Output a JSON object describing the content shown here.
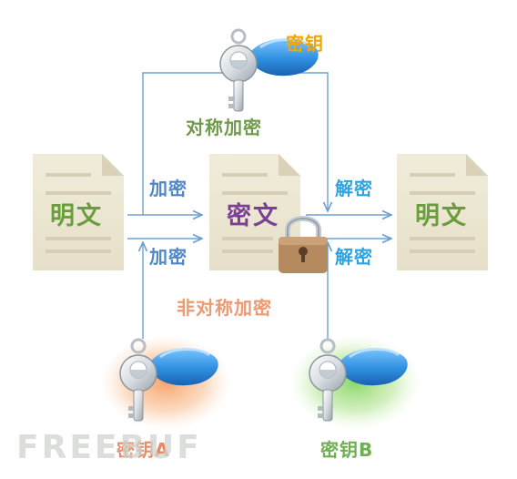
{
  "docs": {
    "plaintext_left": "明文",
    "ciphertext": "密文",
    "plaintext_right": "明文"
  },
  "labels": {
    "key_top": "密钥",
    "symmetric": "对称加密",
    "encrypt_upper": "加密",
    "encrypt_lower": "加密",
    "decrypt_upper": "解密",
    "decrypt_lower": "解密",
    "asymmetric": "非对称加密",
    "key_a": "密钥A",
    "key_b": "密钥B"
  },
  "watermark": "FREEBUF",
  "colors": {
    "plaintext": "#6a9e3a",
    "ciphertext": "#7a3f96",
    "key_label": "#f0a800",
    "symmetric": "#6e9a4a",
    "arrow_label": "#4f86c6",
    "decrypt_label": "#2ea3e0",
    "asymmetric": "#eb9a72",
    "key_a_label": "#e48c66",
    "key_b_label": "#6eb04f",
    "arrow_line": "#6ea0d2",
    "paper": "#ede8d5",
    "paper_fold": "#d9d2b8",
    "paper_lines": "#d6cfb6",
    "lock_body": "#b58a5e",
    "key_blue": "#2f8fe0",
    "key_silver": "#d8dde2",
    "glow_orange": "#f59a5c",
    "glow_green": "#7fd25a"
  }
}
